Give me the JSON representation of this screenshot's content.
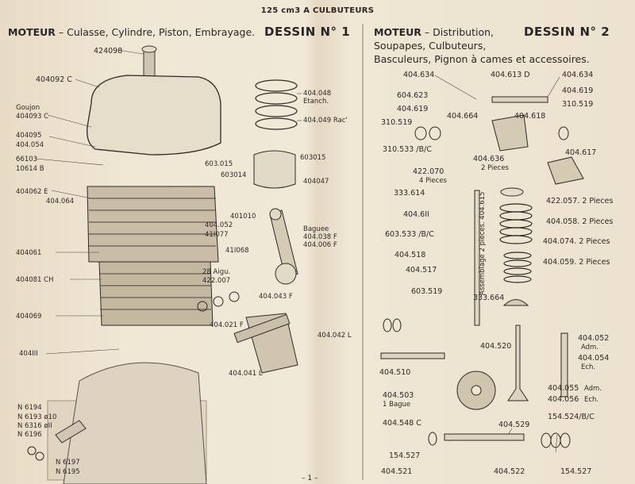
{
  "header": "125 cm3  A CULBUTEURS",
  "left": {
    "title_bold": "MOTEUR",
    "title_rest": " – Culasse, Cylindre, Piston, Embrayage.",
    "dessin": "DESSIN N° 1"
  },
  "right": {
    "title_bold": "MOTEUR",
    "title_rest": " – Distribution,",
    "title_line2": "Soupapes, Culbuteurs,",
    "title_line3": "Basculeurs, Pignon à cames et accessoires.",
    "dessin": "DESSIN N° 2"
  },
  "labels_left": [
    "424098",
    "404092 C",
    "Goujon",
    "404093 C",
    "404095",
    "404.054",
    "66103",
    "10614 B",
    "404062 E",
    "404.064",
    "404061",
    "404081 CH",
    "404069",
    "404III",
    "603.015",
    "603014",
    "404.048",
    "Etanch.",
    "404.049 Rac'",
    "603015",
    "404047",
    "401010",
    "404.052",
    "41I077",
    "41I068",
    "Baguee",
    "404.038 F",
    "404.006 F",
    "28 Aigu.",
    "422.007",
    "404.043 F",
    "404.021 F",
    "404.042 L",
    "404.041 L",
    "N 6194",
    "N 6193 ø10",
    "N 6316 øII",
    "N 6196",
    "N 6197",
    "N 6195"
  ],
  "labels_right": [
    "404.634",
    "404.613 D",
    "404.634",
    "604.623",
    "404.619",
    "404.619",
    "310.519",
    "404.664",
    "404.618",
    "310.519",
    "310.533 /B/C",
    "404.617",
    "404.636",
    "2 Pieces",
    "422.070",
    "4 Pieces",
    "333.614",
    "422.057. 2 Pieces",
    "404.6II",
    "404.058. 2 Pieces",
    "603.533 /B/C",
    "404.074. 2 Pieces",
    "404.518",
    "404.059. 2 Pieces",
    "404.517",
    "603.519",
    "333.664",
    "404.520",
    "404.052",
    "Adm.",
    "404.054",
    "Ech.",
    "404.510",
    "404.055",
    "Adm.",
    "404.503",
    "1 Bague",
    "404.056",
    "Ech.",
    "404.548 C",
    "404.529",
    "154.524/B/C",
    "154.527",
    "404.521",
    "404.522",
    "154.527"
  ],
  "vertical_label": "Assemblage 2 pieces. 404.615",
  "footer": "– 1 –"
}
